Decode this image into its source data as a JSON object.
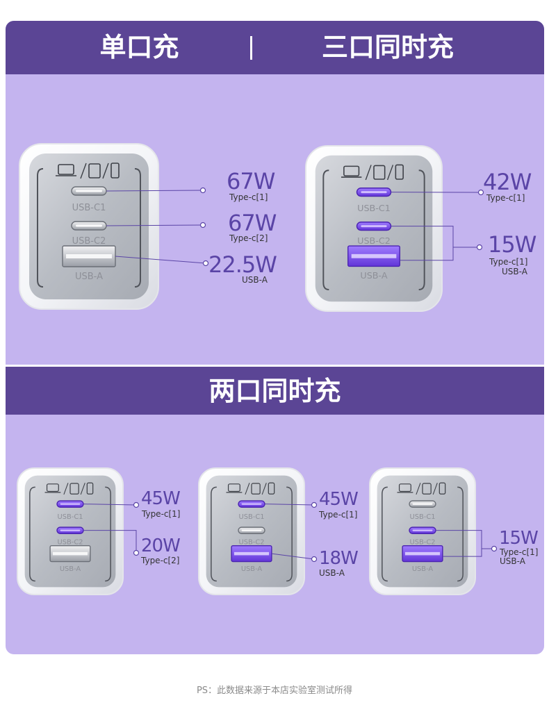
{
  "sections": {
    "single_port": "单口充",
    "separator": "|",
    "three_port": "三口同时充",
    "two_port": "两口同时充"
  },
  "port_labels": {
    "c1": "USB-C1",
    "c2": "USB-C2",
    "a": "USB-A"
  },
  "chargers": {
    "single": {
      "ratings": [
        {
          "watt": "67W",
          "port": "Type-c[1]"
        },
        {
          "watt": "67W",
          "port": "Type-c[2]"
        },
        {
          "watt": "22.5W",
          "port": "USB-A"
        }
      ]
    },
    "triple": {
      "ratings": [
        {
          "watt": "42W",
          "port": "Type-c[1]"
        },
        {
          "watt": "15W",
          "port": "Type-c[1]",
          "port2": "USB-A"
        }
      ]
    },
    "dual_cc": {
      "ratings": [
        {
          "watt": "45W",
          "port": "Type-c[1]"
        },
        {
          "watt": "20W",
          "port": "Type-c[2]"
        }
      ]
    },
    "dual_ca": {
      "ratings": [
        {
          "watt": "45W",
          "port": "Type-c[1]"
        },
        {
          "watt": "18W",
          "port": "USB-A"
        }
      ]
    },
    "dual_c2a": {
      "ratings": [
        {
          "watt": "15W",
          "port": "Type-c[1]",
          "port2": "USB-A"
        }
      ]
    }
  },
  "footer": "PS：此数据来源于本店实验室测试所得",
  "colors": {
    "band": "#5b4595",
    "panel": "#c4b4ef",
    "accent": "#5a44a6",
    "active_port": "#7b4ae0"
  },
  "icons": [
    "laptop-icon",
    "tablet-icon",
    "phone-icon"
  ]
}
